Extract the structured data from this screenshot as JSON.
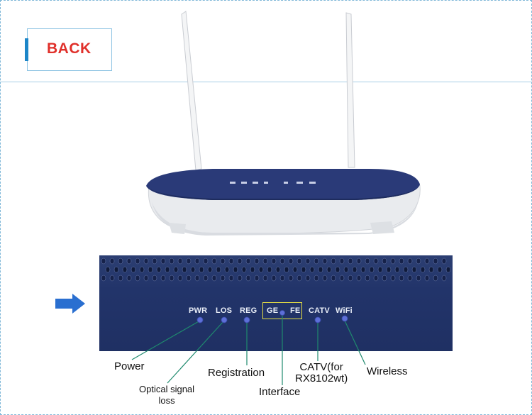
{
  "back_label": "BACK",
  "panel_leds": {
    "pwr": "PWR",
    "los": "LOS",
    "reg": "REG",
    "ge": "GE",
    "fe": "FE",
    "catv": "CATV",
    "wifi": "WiFi"
  },
  "router_leds": "PWR LOS REG GE FE CATV WiFi",
  "captions": {
    "power": "Power",
    "optical_line1": "Optical signal",
    "optical_line2": "loss",
    "registration": "Registration",
    "interface": "Interface",
    "catv_line1": "CATV(for",
    "catv_line2": "RX8102wt)",
    "wireless": "Wireless"
  },
  "colors": {
    "back_text": "#e0302a",
    "accent": "#1d86c8",
    "router_top": "#2a3a78",
    "router_body": "#e9ebee",
    "led_dot": "#5d6fd8",
    "leader_line": "#1f8a6e",
    "arrow": "#2a6fd0",
    "ge_fe_box": "#e6df44"
  },
  "icons": [
    "right-arrow-icon"
  ]
}
